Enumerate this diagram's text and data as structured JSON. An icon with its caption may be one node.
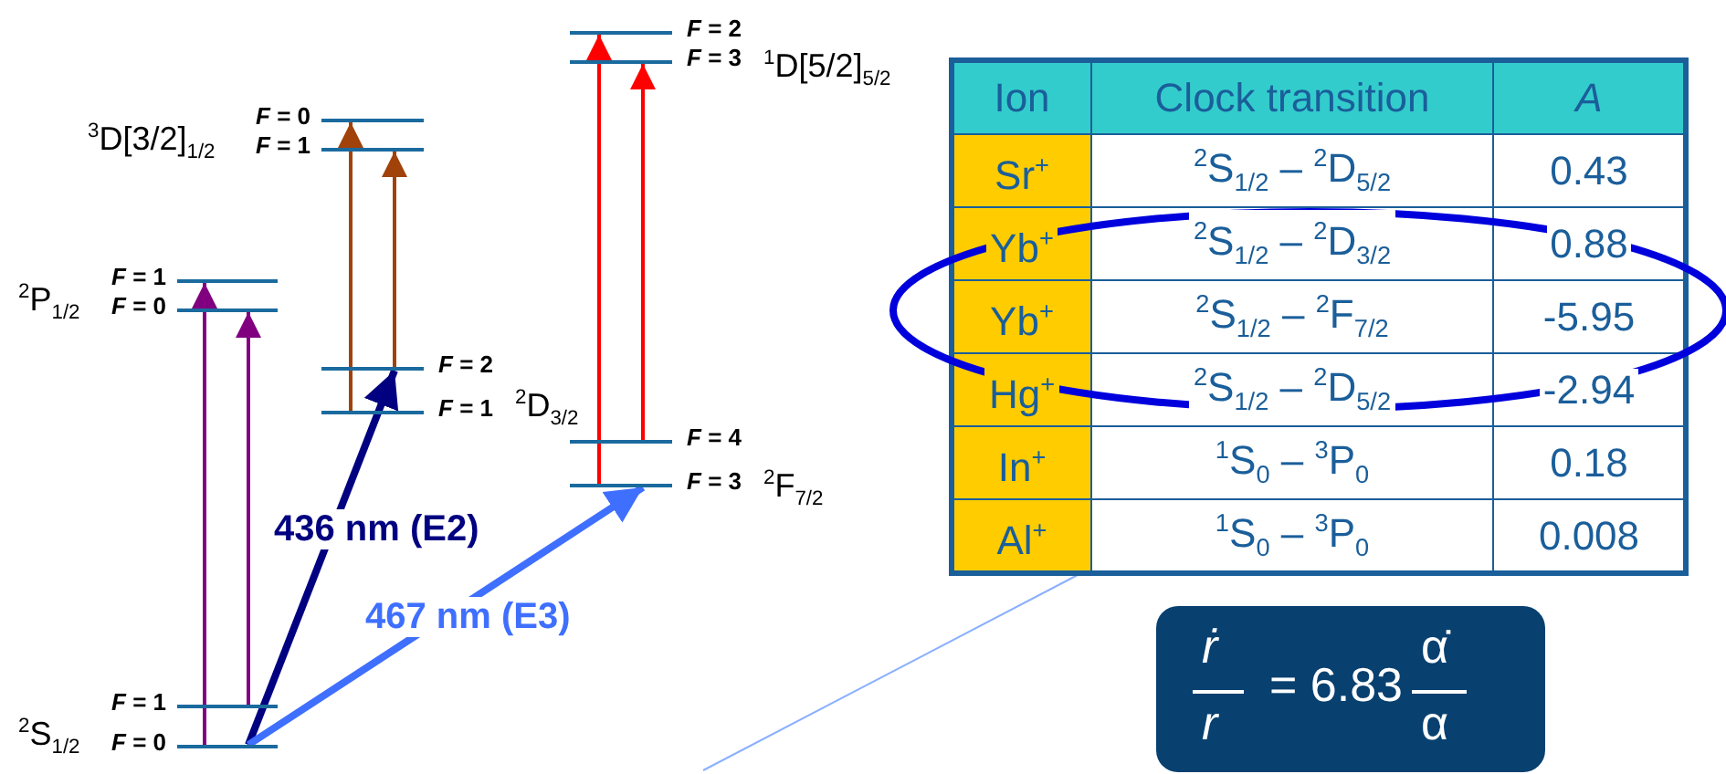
{
  "diagram": {
    "nodes": [
      {
        "text": [
          "*F* = 1"
        ]
      },
      {
        "text": [
          "*F* = 0"
        ]
      },
      {
        "text": [
          "*F* = 1"
        ]
      },
      {
        "text": [
          "*F* = 0"
        ]
      },
      {
        "text": [
          "*F* = 0"
        ]
      },
      {
        "text": [
          "*F* = 1"
        ]
      },
      {
        "text": [
          "*F* = 2"
        ]
      },
      {
        "text": [
          "*F* = 1"
        ]
      },
      {
        "text": [
          "*F* = 2"
        ]
      },
      {
        "text": [
          "*F* = 3"
        ]
      },
      {
        "text": [
          "*F* = 4"
        ]
      },
      {
        "text": [
          "*F* = 3"
        ]
      },
      {
        "text": [
          "ṙ",
          "r",
          "= 6.83",
          "α̇",
          "α"
        ]
      }
    ],
    "edges": [
      {
        "from": 1,
        "to": 2,
        "arrow": "to",
        "color": "#800080"
      },
      {
        "from": 0,
        "to": 3,
        "arrow": "to",
        "color": "#800080"
      },
      {
        "from": 7,
        "to": 4,
        "arrow": "to",
        "color": "#a0420a"
      },
      {
        "from": 6,
        "to": 5,
        "arrow": "to",
        "color": "#a0420a"
      },
      {
        "from": 11,
        "to": 8,
        "arrow": "to",
        "color": "#ff0000"
      },
      {
        "from": 10,
        "to": 9,
        "arrow": "to",
        "color": "#ff0000"
      },
      {
        "from": 1,
        "to": 6,
        "arrow": "to",
        "label": "436 nm (E2)",
        "style": "thick",
        "color": "#000080"
      },
      {
        "from": 1,
        "to": 11,
        "arrow": "to",
        "label": "467 nm (E3)",
        "style": "thick",
        "color": "#3f6fff"
      }
    ],
    "labels": [
      "$^{2}$P$_{1/2}$",
      "$^{3}$D[3/2]$_{1/2}$",
      "$^{1}$D[5/2]$_{5/2}$",
      "$^{2}$D$_{3/2}$",
      "$^{2}$F$_{7/2}$",
      "$^{2}$S$_{1/2}$",
      "Ion",
      "Clock transition",
      "A",
      "Sr$^{+}$",
      "$^{2}$S$_{1/2}$ – $^{2}$D$_{5/2}$",
      "0.43",
      "Yb$^{+}$",
      "$^{2}$S$_{1/2}$ – $^{2}$D$_{3/2}$",
      "0.88",
      "Yb$^{+}$",
      "$^{2}$S$_{1/2}$ – $^{2}$F$_{7/2}$",
      "-5.95",
      "Hg$^{+}$",
      "$^{2}$S$_{1/2}$ – $^{2}$D$_{5/2}$",
      "-2.94",
      "In$^{+}$",
      "$^{1}$S$_{0}$ – $^{3}$P$_{0}$",
      "0.18",
      "Al$^{+}$",
      "$^{1}$S$_{0}$ – $^{3}$P$_{0}$",
      "0.008"
    ]
  }
}
